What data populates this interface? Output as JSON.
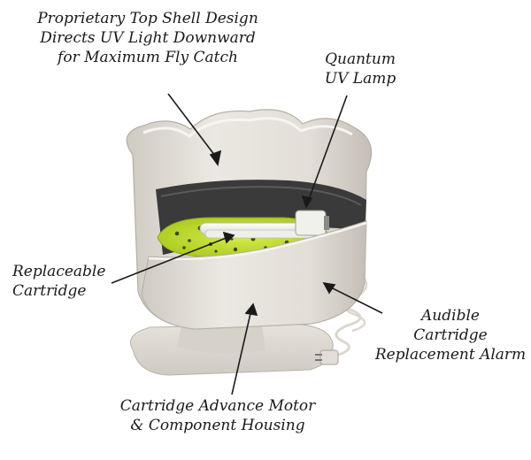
{
  "callouts": {
    "top_shell": {
      "lines": [
        "Proprietary Top Shell Design",
        "Directs UV Light Downward",
        "for Maximum Fly Catch"
      ]
    },
    "uv_lamp": {
      "lines": [
        "Quantum",
        "UV Lamp"
      ]
    },
    "cartridge": {
      "lines": [
        "Replaceable",
        "Cartridge"
      ]
    },
    "alarm": {
      "lines": [
        "Audible",
        "Cartridge",
        "Replacement Alarm"
      ]
    },
    "motor": {
      "lines": [
        "Cartridge Advance Motor",
        "& Component Housing"
      ]
    }
  },
  "colors": {
    "shell": "#e4e0d9",
    "shell_shadow": "#c9c4bb",
    "cartridge": "#c6e034",
    "cartridge_spots": "#3a4a10",
    "lamp": "#f4f4ef",
    "interior": "#3a3a3a",
    "pointer": "#1a1a1a"
  }
}
